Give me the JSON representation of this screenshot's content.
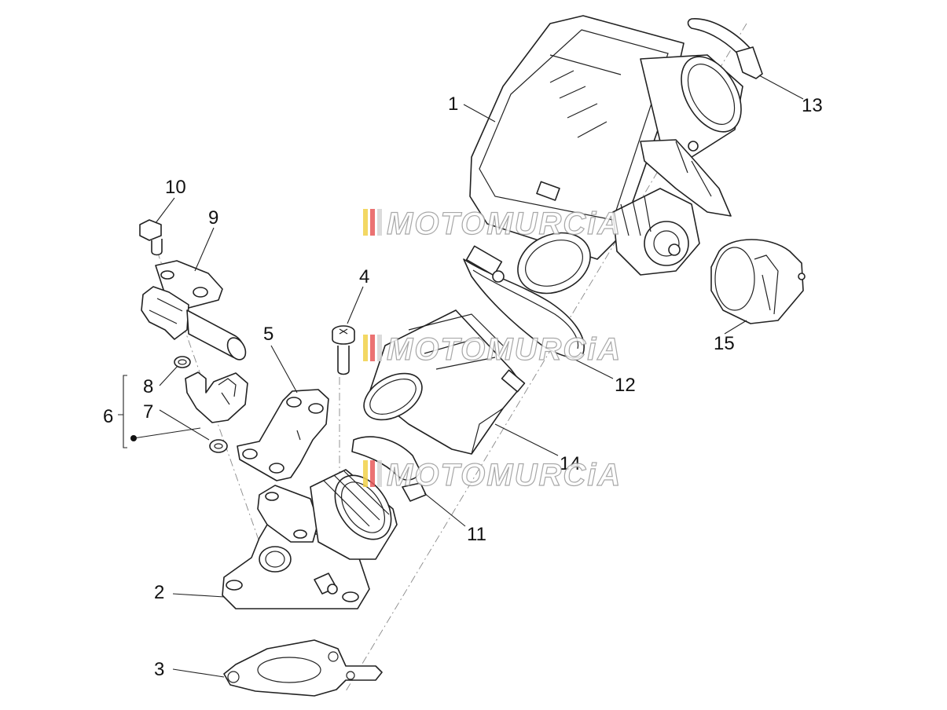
{
  "callouts": [
    "1",
    "2",
    "3",
    "4",
    "5",
    "6",
    "7",
    "8",
    "9",
    "10",
    "11",
    "12",
    "13",
    "14",
    "15"
  ],
  "watermark": {
    "text": "MOTOMURCiA",
    "stripe_colors": [
      "#f2d24a",
      "#e85a5a",
      "#d5d5d5"
    ]
  }
}
